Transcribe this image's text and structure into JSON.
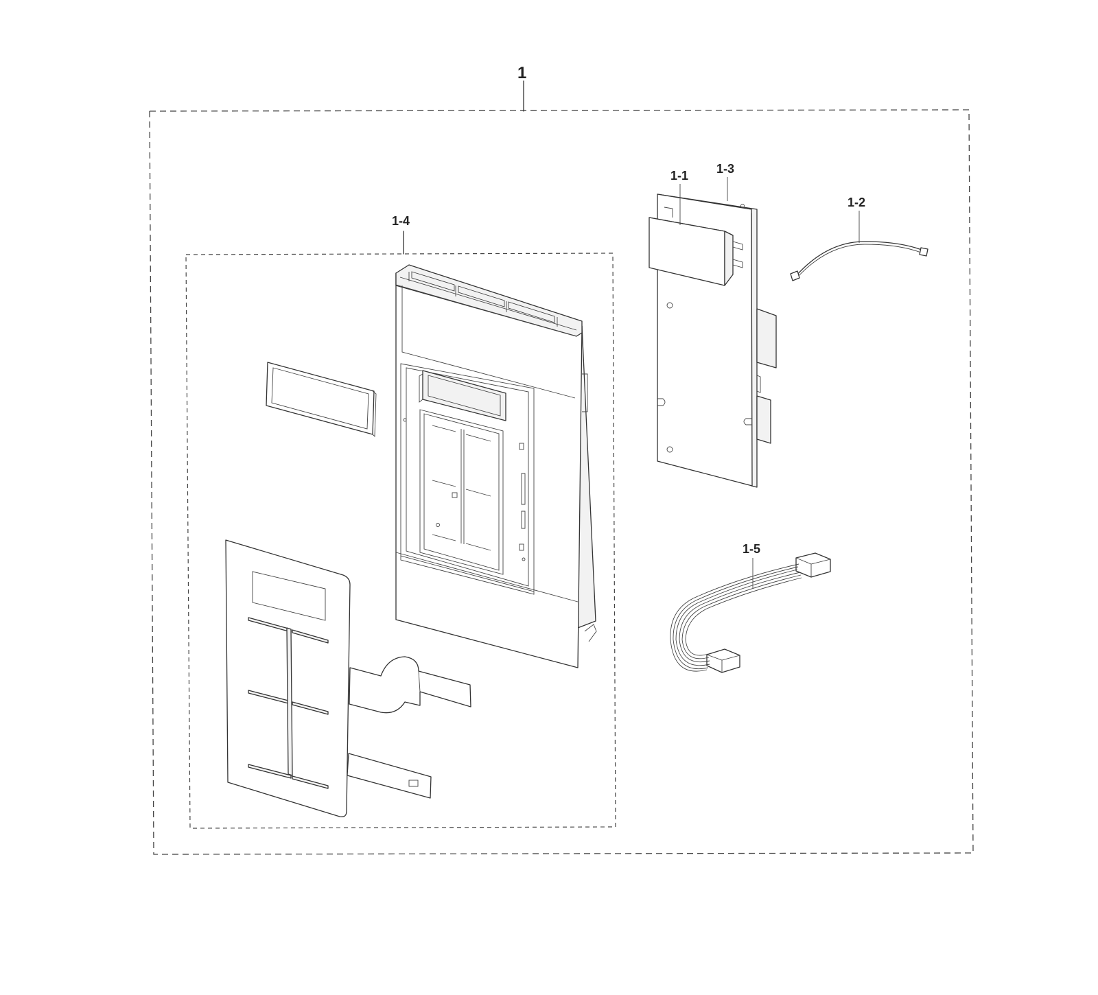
{
  "labels": {
    "assembly": "1",
    "part_1_1": "1-1",
    "part_1_2": "1-2",
    "part_1_3": "1-3",
    "part_1_4": "1-4",
    "part_1_5": "1-5"
  },
  "icons": {
    "frame": "dashed-outline",
    "pcb": "control-pcb-drawing",
    "wire": "wire-lead-drawing",
    "harness": "wire-harness-drawing",
    "panel": "control-panel-drawing",
    "window": "display-window-drawing",
    "membrane": "membrane-keypad-drawing"
  },
  "colors": {
    "line": "#333333",
    "background": "#ffffff"
  }
}
